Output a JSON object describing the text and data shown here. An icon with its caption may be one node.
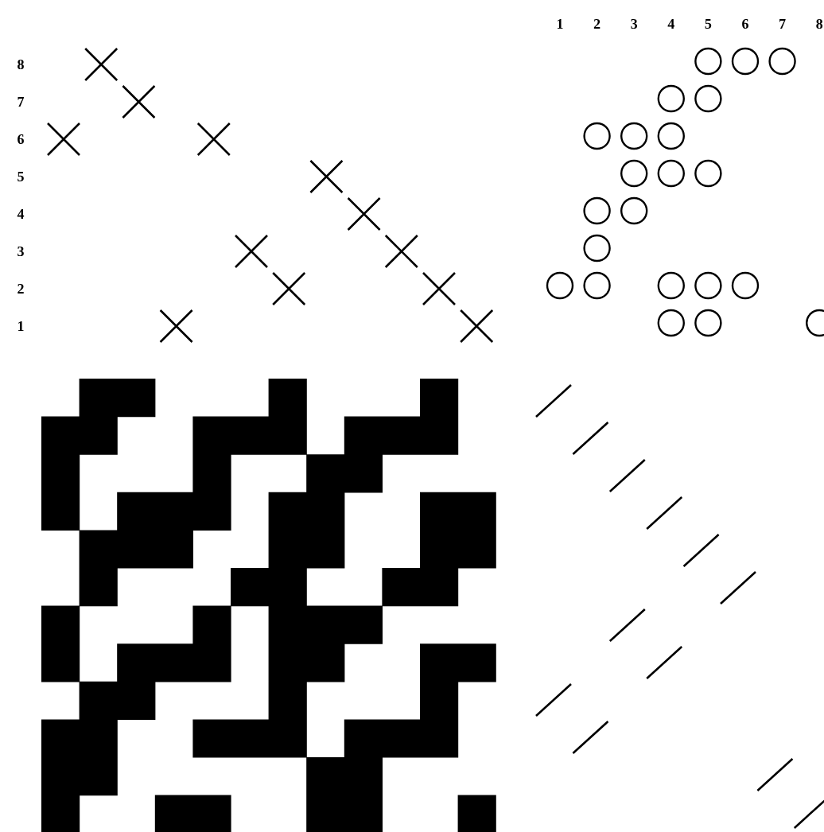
{
  "diagram": {
    "labels": [
      "1",
      "2",
      "3",
      "4",
      "5",
      "6",
      "7",
      "8",
      "8",
      "7",
      "6",
      "5",
      "4",
      "3",
      "2",
      "1"
    ]
  }
}
